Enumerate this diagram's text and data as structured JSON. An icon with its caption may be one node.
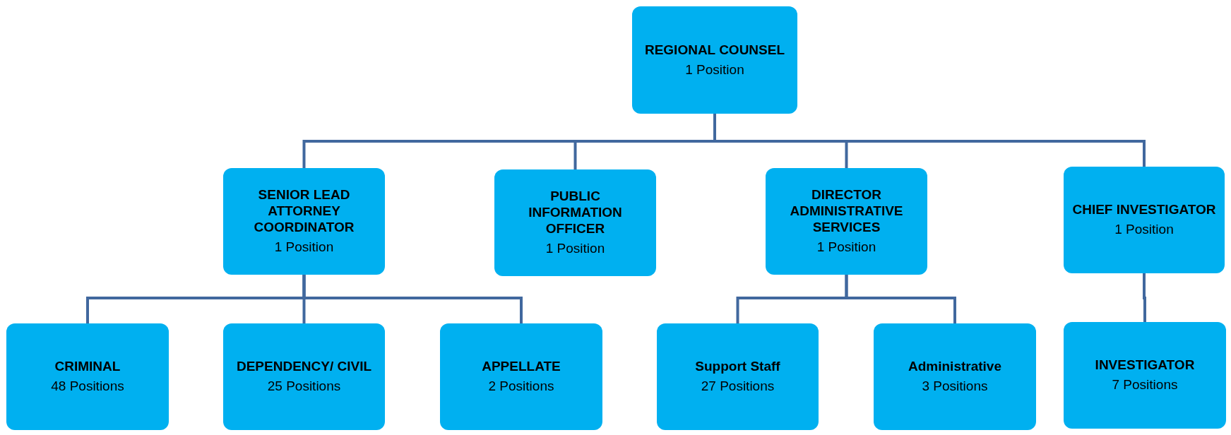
{
  "diagram": {
    "nodes": [
      {
        "text": [
          "REGIONAL COUNSEL",
          "1 Position"
        ]
      },
      {
        "text": [
          "SENIOR LEAD ATTORNEY COORDINATOR",
          "1 Position"
        ]
      },
      {
        "text": [
          "PUBLIC INFORMATION OFFICER",
          "1 Position"
        ]
      },
      {
        "text": [
          "DIRECTOR ADMINISTRATIVE SERVICES",
          "1 Position"
        ]
      },
      {
        "text": [
          "CHIEF INVESTIGATOR",
          "1 Position"
        ]
      },
      {
        "text": [
          "CRIMINAL",
          "48 Positions"
        ]
      },
      {
        "text": [
          "DEPENDENCY/ CIVIL",
          "25 Positions"
        ]
      },
      {
        "text": [
          "APPELLATE",
          "2 Positions"
        ]
      },
      {
        "text": [
          "Support Staff",
          "27 Positions"
        ]
      },
      {
        "text": [
          "Administrative",
          "3 Positions"
        ]
      },
      {
        "text": [
          "INVESTIGATOR",
          "7 Positions"
        ]
      }
    ],
    "edges": [
      {
        "from": 0,
        "to": 1,
        "arrow": "none"
      },
      {
        "from": 0,
        "to": 2,
        "arrow": "none"
      },
      {
        "from": 0,
        "to": 3,
        "arrow": "none"
      },
      {
        "from": 0,
        "to": 4,
        "arrow": "none"
      },
      {
        "from": 1,
        "to": 5,
        "arrow": "none"
      },
      {
        "from": 1,
        "to": 6,
        "arrow": "none"
      },
      {
        "from": 1,
        "to": 7,
        "arrow": "none"
      },
      {
        "from": 3,
        "to": 8,
        "arrow": "none"
      },
      {
        "from": 3,
        "to": 9,
        "arrow": "none"
      },
      {
        "from": 4,
        "to": 10,
        "arrow": "none"
      }
    ]
  }
}
